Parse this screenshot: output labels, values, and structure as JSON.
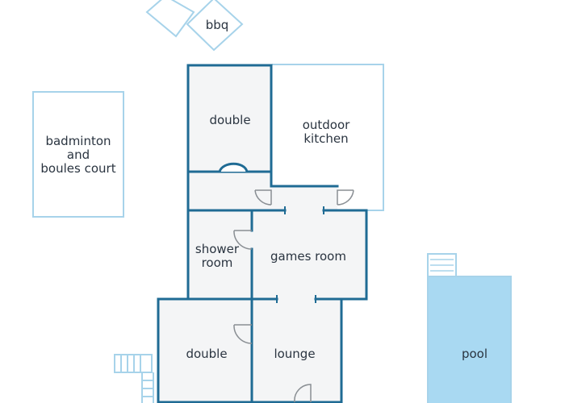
{
  "colors": {
    "wall": "#1f6b94",
    "outdoor_outline": "#a7d3ea",
    "room_fill": "#f4f5f6",
    "pool_fill": "#a9d9f2",
    "door": "#8a8f94",
    "text": "#2a3440"
  },
  "labels": {
    "bbq": "bbq",
    "badminton_line1": "badminton",
    "badminton_line2": "and",
    "badminton_line3": "boules court",
    "double_top": "double",
    "outdoor_kitchen_line1": "outdoor",
    "outdoor_kitchen_line2": "kitchen",
    "shower_line1": "shower",
    "shower_line2": "room",
    "games_room": "games room",
    "double_bottom": "double",
    "lounge": "lounge",
    "pool": "pool"
  }
}
